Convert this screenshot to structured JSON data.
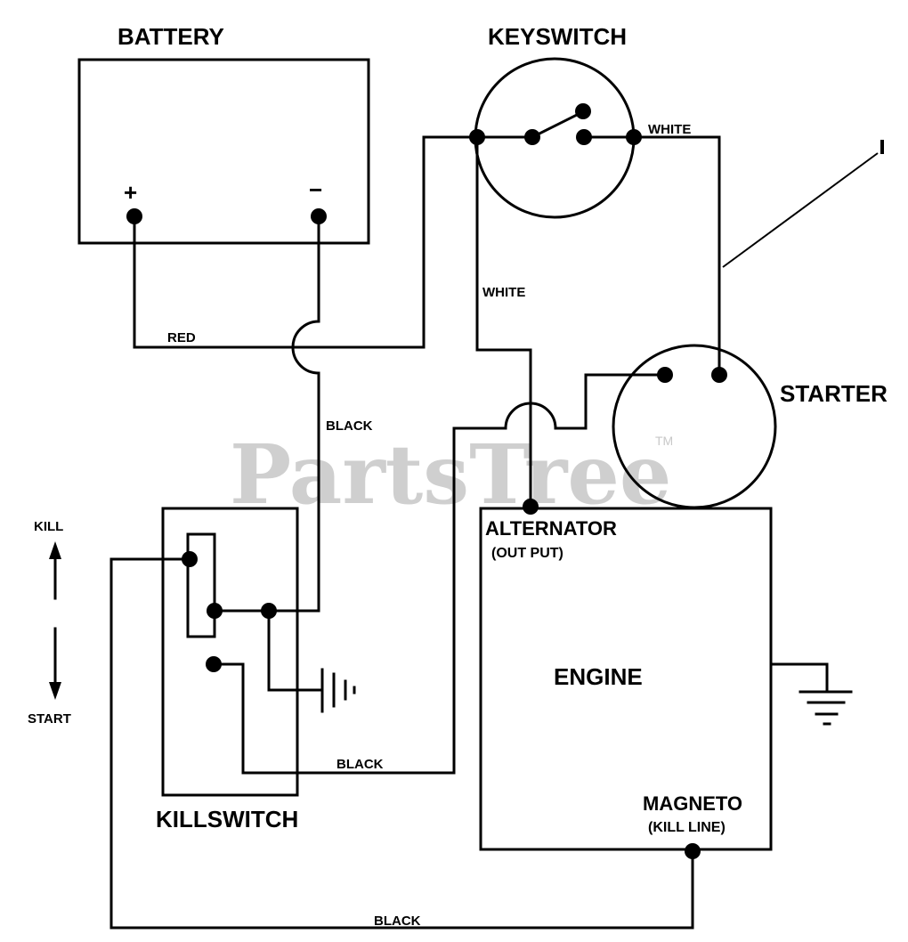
{
  "diagram": {
    "watermark": "PartsTree",
    "trademark": "TM",
    "components": {
      "battery": {
        "label": "BATTERY",
        "positive": "+",
        "negative": "−"
      },
      "keyswitch": {
        "label": "KEYSWITCH"
      },
      "starter": {
        "label": "STARTER"
      },
      "engine": {
        "label": "ENGINE"
      },
      "alternator": {
        "label": "ALTERNATOR",
        "sublabel": "(OUT PUT)"
      },
      "magneto": {
        "label": "MAGNETO",
        "sublabel": "(KILL LINE)"
      },
      "killswitch": {
        "label": "KILLSWITCH"
      }
    },
    "directions": {
      "up": "KILL",
      "down": "START"
    },
    "wire_labels": {
      "red": "RED",
      "black_battery": "BLACK",
      "white_keyswitch_out": "WHITE",
      "white_keyswitch_down": "WHITE",
      "black_killswitch_starter": "BLACK",
      "black_magneto": "BLACK"
    },
    "callout": "1"
  }
}
